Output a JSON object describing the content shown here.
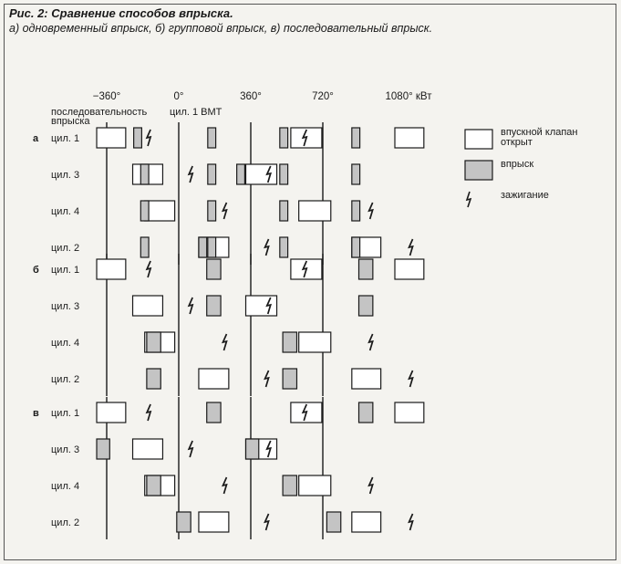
{
  "figure": {
    "title": "Рис. 2: Сравнение способов впрыска.",
    "subtitle": "а) одновременный впрыск, б) групповой впрыск, в) последовательный впрыск."
  },
  "axis": {
    "ticks": [
      "−360°",
      "0°",
      "360°",
      "720°",
      "1080° кВт"
    ],
    "sequence_label_line1": "последовательность",
    "sequence_label_line2": "впрыска",
    "reference_label": "цил. 1 ВМТ"
  },
  "legend": {
    "valve": "впускной клапан открыт",
    "valve_line1": "впускной клапан",
    "valve_line2": "открыт",
    "injection": "впрыск",
    "ignition": "зажигание"
  },
  "colors": {
    "ink": "#1a1a1a",
    "injection_fill": "#c4c4c4",
    "valve_fill": "#ffffff",
    "background": "#f4f3ef"
  },
  "chart_data": {
    "type": "timing-diagram",
    "x_unit": "degrees crank angle",
    "xlim": [
      -420,
      1170
    ],
    "groups": [
      {
        "label": "а",
        "rows": [
          {
            "label": "цил. 1",
            "valve": [
              [
                -410,
                -265
              ],
              [
                560,
                715
              ],
              [
                1080,
                1225
              ]
            ],
            "injection": [
              [
                -225,
                -185
              ],
              [
                145,
                185
              ],
              [
                505,
                545
              ],
              [
                865,
                905
              ]
            ],
            "ignition": [
              -150,
              630
            ]
          },
          {
            "label": "цил. 3",
            "valve": [
              [
                -230,
                -80
              ],
              [
                335,
                490
              ]
            ],
            "injection": [
              [
                -190,
                -150
              ],
              [
                145,
                185
              ],
              [
                290,
                330
              ],
              [
                505,
                545
              ],
              [
                865,
                905
              ]
            ],
            "ignition": [
              60,
              450
            ]
          },
          {
            "label": "цил. 4",
            "valve": [
              [
                -170,
                -20
              ],
              [
                600,
                760
              ]
            ],
            "injection": [
              [
                -190,
                -150
              ],
              [
                145,
                185
              ],
              [
                505,
                545
              ],
              [
                865,
                905
              ]
            ],
            "ignition": [
              230,
              960
            ]
          },
          {
            "label": "цил. 2",
            "valve": [
              [
                100,
                250
              ],
              [
                865,
                1010
              ]
            ],
            "injection": [
              [
                -190,
                -150
              ],
              [
                100,
                140
              ],
              [
                145,
                185
              ],
              [
                505,
                545
              ],
              [
                865,
                905
              ]
            ],
            "ignition": [
              440,
              1160
            ]
          }
        ]
      },
      {
        "label": "б",
        "rows": [
          {
            "label": "цил. 1",
            "valve": [
              [
                -410,
                -265
              ],
              [
                560,
                715
              ],
              [
                1080,
                1225
              ]
            ],
            "injection": [
              [
                140,
                210
              ],
              [
                900,
                970
              ]
            ],
            "ignition": [
              -150,
              630
            ]
          },
          {
            "label": "цил. 3",
            "valve": [
              [
                -230,
                -80
              ],
              [
                335,
                490
              ]
            ],
            "injection": [
              [
                140,
                210
              ],
              [
                900,
                970
              ]
            ],
            "ignition": [
              60,
              450
            ]
          },
          {
            "label": "цил. 4",
            "valve": [
              [
                -170,
                -20
              ],
              [
                600,
                760
              ]
            ],
            "injection": [
              [
                -160,
                -90
              ],
              [
                520,
                590
              ]
            ],
            "ignition": [
              230,
              960
            ]
          },
          {
            "label": "цил. 2",
            "valve": [
              [
                100,
                250
              ],
              [
                865,
                1010
              ]
            ],
            "injection": [
              [
                -160,
                -90
              ],
              [
                520,
                590
              ]
            ],
            "ignition": [
              440,
              1160
            ]
          }
        ]
      },
      {
        "label": "в",
        "rows": [
          {
            "label": "цил. 1",
            "valve": [
              [
                -410,
                -265
              ],
              [
                560,
                715
              ],
              [
                1080,
                1225
              ]
            ],
            "injection": [
              [
                140,
                210
              ],
              [
                900,
                970
              ]
            ],
            "ignition": [
              -150,
              630
            ]
          },
          {
            "label": "цил. 3",
            "valve": [
              [
                -230,
                -80
              ],
              [
                335,
                490
              ]
            ],
            "injection": [
              [
                -410,
                -345
              ],
              [
                335,
                400
              ]
            ],
            "ignition": [
              60,
              450
            ]
          },
          {
            "label": "цил. 4",
            "valve": [
              [
                -170,
                -20
              ],
              [
                600,
                760
              ]
            ],
            "injection": [
              [
                -160,
                -90
              ],
              [
                520,
                590
              ]
            ],
            "ignition": [
              230,
              960
            ]
          },
          {
            "label": "цил. 2",
            "valve": [
              [
                100,
                250
              ],
              [
                865,
                1010
              ]
            ],
            "injection": [
              [
                -10,
                60
              ],
              [
                740,
                810
              ]
            ],
            "ignition": [
              440,
              1160
            ]
          }
        ]
      }
    ]
  }
}
